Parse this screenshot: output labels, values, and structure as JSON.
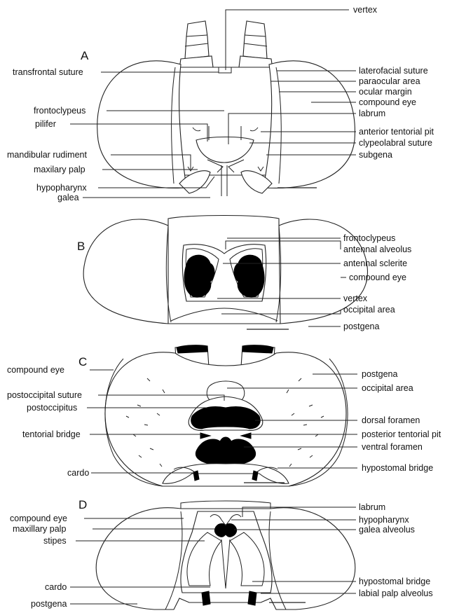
{
  "panels": {
    "A": {
      "letter": "A",
      "labels": {
        "vertex": "vertex",
        "transfrontal_suture": "transfrontal suture",
        "laterofacial_suture": "laterofacial suture",
        "paraocular_area": "paraocular area",
        "ocular_margin": "ocular margin",
        "compound_eye": "compound eye",
        "frontoclypeus": "frontoclypeus",
        "labrum": "labrum",
        "pilifer": "pilifer",
        "anterior_tentorial_pit": "anterior tentorial pit",
        "clypeolabral_suture": "clypeolabral suture",
        "mandibular_rudiment": "mandibular rudiment",
        "subgena": "subgena",
        "maxilary_palp": "maxilary palp",
        "hypopharynx": "hypopharynx",
        "galea": "galea"
      }
    },
    "B": {
      "letter": "B",
      "labels": {
        "frontoclypeus": "frontoclypeus",
        "antennal_alveolus": "antennal alveolus",
        "antennal_sclerite": "antennal sclerite",
        "compound_eye": "compound eye",
        "vertex": "vertex",
        "occipital_area": "occipital area",
        "postgena": "postgena"
      }
    },
    "C": {
      "letter": "C",
      "labels": {
        "compound_eye": "compound eye",
        "postgena": "postgena",
        "postoccipital_suture": "postoccipital suture",
        "occipital_area": "occipital area",
        "postoccipitus": "postoccipitus",
        "dorsal_foramen": "dorsal foramen",
        "tentorial_bridge": "tentorial bridge",
        "posterior_tentorial_pit": "posterior tentorial pit",
        "ventral_foramen": "ventral foramen",
        "cardo": "cardo",
        "hypostomal_bridge": "hypostomal bridge"
      }
    },
    "D": {
      "letter": "D",
      "labels": {
        "labrum": "labrum",
        "compound_eye": "compound eye",
        "hypopharynx": "hypopharynx",
        "maxillary_palp": "maxillary palp",
        "galea_alveolus": "galea alveolus",
        "stipes": "stipes",
        "cardo": "cardo",
        "hypostomal_bridge": "hypostomal bridge",
        "postgena": "postgena",
        "labial_palp_alveolus": "labial palp alveolus"
      }
    }
  }
}
